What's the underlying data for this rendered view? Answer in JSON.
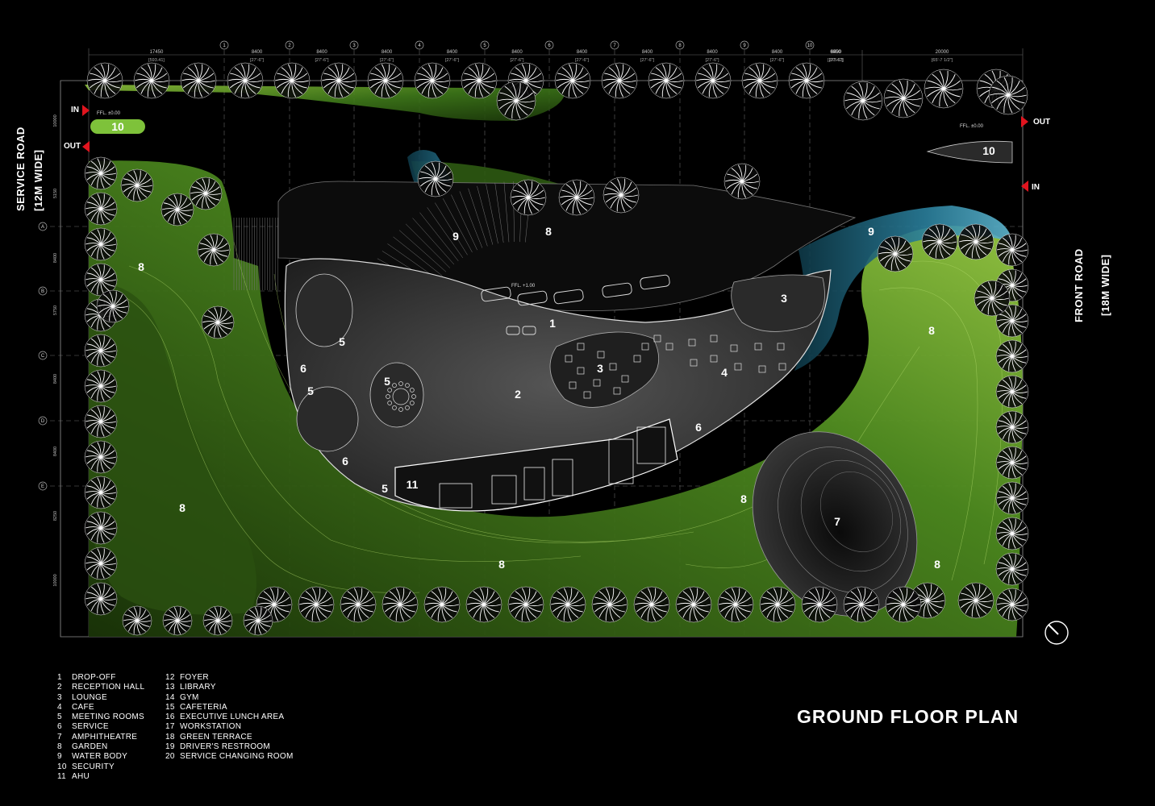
{
  "title": "GROUND FLOOR PLAN",
  "roads": {
    "service_line1": "SERVICE ROAD",
    "service_line2": "[12M WIDE]",
    "front_line1": "FRONT ROAD",
    "front_line2": "[18M WIDE]"
  },
  "access": {
    "in": "IN",
    "out": "OUT"
  },
  "levels": {
    "ffl_0": "FFL. ±0.00",
    "ffl_1": "FFL. +1.00"
  },
  "dimensions": {
    "top": [
      {
        "mm": "17450",
        "ft": "[593.41]"
      },
      {
        "mm": "8400",
        "ft": "[27'-6\"]"
      },
      {
        "mm": "8400",
        "ft": "[27'-6\"]"
      },
      {
        "mm": "8400",
        "ft": "[27'-6\"]"
      },
      {
        "mm": "8400",
        "ft": "[27'-6\"]"
      },
      {
        "mm": "8400",
        "ft": "[27'-6\"]"
      },
      {
        "mm": "8400",
        "ft": "[27'-6\"]"
      },
      {
        "mm": "8400",
        "ft": "[27'-6\"]"
      },
      {
        "mm": "8400",
        "ft": "[27'-6\"]"
      },
      {
        "mm": "8400",
        "ft": "[27'-6\"]"
      },
      {
        "mm": "8400",
        "ft": "[27'-6\"]"
      },
      {
        "mm": "6950",
        "ft": "[273.62]"
      },
      {
        "mm": "20000",
        "ft": "[65'-7 1/2\"]"
      }
    ],
    "grid_cols": [
      "1",
      "2",
      "3",
      "4",
      "5",
      "6",
      "7",
      "8",
      "9",
      "10"
    ],
    "grid_rows": [
      "A",
      "B",
      "C",
      "D",
      "E"
    ],
    "left": [
      "10000",
      "5150",
      "8400",
      "5750",
      "8400",
      "8400",
      "8250",
      "10000"
    ]
  },
  "zones": {
    "dropoff": "1",
    "reception": "2",
    "lounge": "3",
    "cafe": "4",
    "meeting": "5",
    "service": "6",
    "amphitheatre": "7",
    "garden": "8",
    "water": "9",
    "security": "10",
    "ahu": "11"
  },
  "legend": [
    {
      "num": "1",
      "label": "DROP-OFF"
    },
    {
      "num": "2",
      "label": "RECEPTION HALL"
    },
    {
      "num": "3",
      "label": "LOUNGE"
    },
    {
      "num": "4",
      "label": "CAFE"
    },
    {
      "num": "5",
      "label": "MEETING ROOMS"
    },
    {
      "num": "6",
      "label": "SERVICE"
    },
    {
      "num": "7",
      "label": "AMPHITHEATRE"
    },
    {
      "num": "8",
      "label": "GARDEN"
    },
    {
      "num": "9",
      "label": "WATER BODY"
    },
    {
      "num": "10",
      "label": "SECURITY"
    },
    {
      "num": "11",
      "label": "AHU"
    },
    {
      "num": "12",
      "label": "FOYER"
    },
    {
      "num": "13",
      "label": "LIBRARY"
    },
    {
      "num": "14",
      "label": "GYM"
    },
    {
      "num": "15",
      "label": "CAFETERIA"
    },
    {
      "num": "16",
      "label": "EXECUTIVE LUNCH AREA"
    },
    {
      "num": "17",
      "label": "WORKSTATION"
    },
    {
      "num": "18",
      "label": "GREEN TERRACE"
    },
    {
      "num": "19",
      "label": "DRIVER'S RESTROOM"
    },
    {
      "num": "20",
      "label": "SERVICE CHANGING ROOM"
    }
  ],
  "colors": {
    "background": "#000000",
    "garden": "#2d5a12",
    "garden_light": "#8fc43a",
    "water": "#2a7f9c",
    "building": "#3a3a3a",
    "arrow": "#e0141e"
  }
}
